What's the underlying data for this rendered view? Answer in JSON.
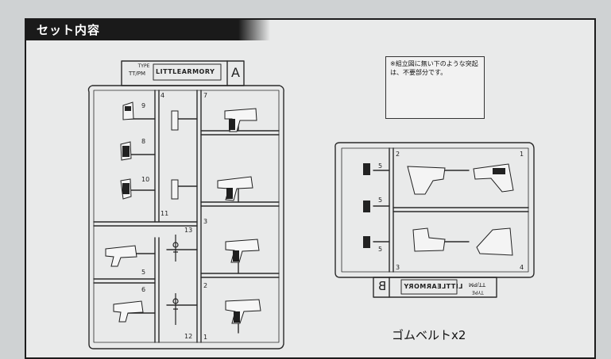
{
  "header": {
    "title": "セット内容"
  },
  "sprue_a": {
    "type_label": "TYPE",
    "type_value": "TT/PM",
    "logo_text": "LITTLEARMORY",
    "letter": "A",
    "part_numbers": [
      "9",
      "8",
      "10",
      "4",
      "11",
      "7",
      "3",
      "5",
      "6",
      "13",
      "12",
      "2",
      "1"
    ]
  },
  "sprue_b": {
    "type_label": "TYPE",
    "type_value": "TT/PM",
    "logo_text": "LITTLEARMORY",
    "letter": "B",
    "part_numbers": [
      "2",
      "1",
      "5",
      "5",
      "5",
      "3",
      "4"
    ]
  },
  "note": {
    "text": "※組立図に無い下のような突起は、不要部分です。"
  },
  "caption": {
    "text": "ゴムベルトx2"
  },
  "colors": {
    "header_bg": "#1a1a1a",
    "frame": "#1c1c1c",
    "paper": "#e9eaea",
    "arrow": "#111111"
  }
}
